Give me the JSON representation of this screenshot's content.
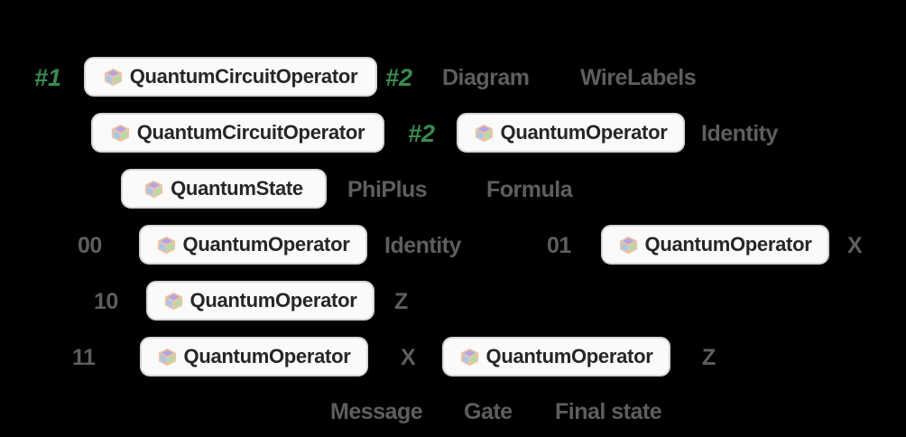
{
  "colors": {
    "background": "#000000",
    "slot": "#3a8a50",
    "string": "#5e5e5e",
    "box_bg": "#fafafa",
    "box_border": "#d6d6d6",
    "box_text": "#262626",
    "cube_top": "#b3a5e3",
    "cube_left": "#a9c6e8",
    "cube_right": "#b5d9a9",
    "cube_outline": "#f2c4a2"
  },
  "icons": {
    "paclet": "isometric-cube-icon"
  },
  "code": {
    "row1": {
      "slot1": "#1",
      "func1": "QuantumCircuitOperator",
      "slot2": "#2",
      "str1": "Diagram",
      "str2": "WireLabels"
    },
    "row2": {
      "func1": "QuantumCircuitOperator",
      "slot1": "#2",
      "func2": "QuantumOperator",
      "str1": "Identity"
    },
    "row3": {
      "func1": "QuantumState",
      "str1": "PhiPlus",
      "str2": "Formula"
    },
    "row4": {
      "str1": "00",
      "func1": "QuantumOperator",
      "str2": "Identity",
      "str3": "01",
      "func2": "QuantumOperator",
      "str4": "X"
    },
    "row5": {
      "str1": "10",
      "func1": "QuantumOperator",
      "str2": "Z"
    },
    "row6": {
      "str1": "11",
      "func1": "QuantumOperator",
      "str2": "X",
      "func2": "QuantumOperator",
      "str3": "Z"
    },
    "row7": {
      "str1": "Message",
      "str2": "Gate",
      "str3": "Final state"
    }
  }
}
